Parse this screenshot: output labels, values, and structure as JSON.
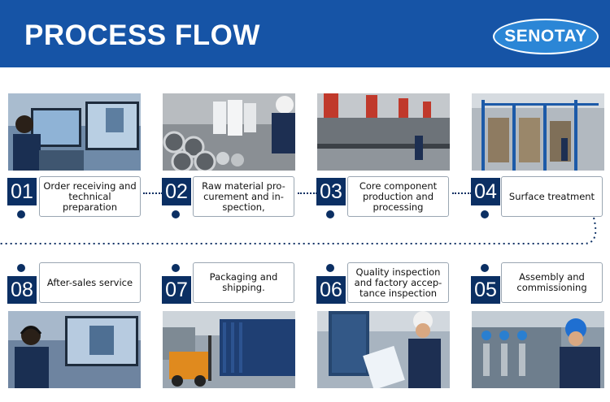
{
  "header": {
    "title": "PROCESS FLOW",
    "logo_text": "SENOTAY"
  },
  "colors": {
    "header_bg": "#1654a6",
    "accent_dark": "#0b2f63",
    "logo_bg": "#2b86d6"
  },
  "steps": [
    {
      "num": "01",
      "label": "Order receiving and technical preparation"
    },
    {
      "num": "02",
      "label": "Raw material pro-curement and in-spection,"
    },
    {
      "num": "03",
      "label": "Core component production and processing"
    },
    {
      "num": "04",
      "label": "Surface treatment"
    },
    {
      "num": "05",
      "label": "Assembly and commissioning"
    },
    {
      "num": "06",
      "label": "Quality inspection and factory accep-tance inspection"
    },
    {
      "num": "07",
      "label": "Packaging and shipping."
    },
    {
      "num": "08",
      "label": "After-sales service"
    }
  ]
}
